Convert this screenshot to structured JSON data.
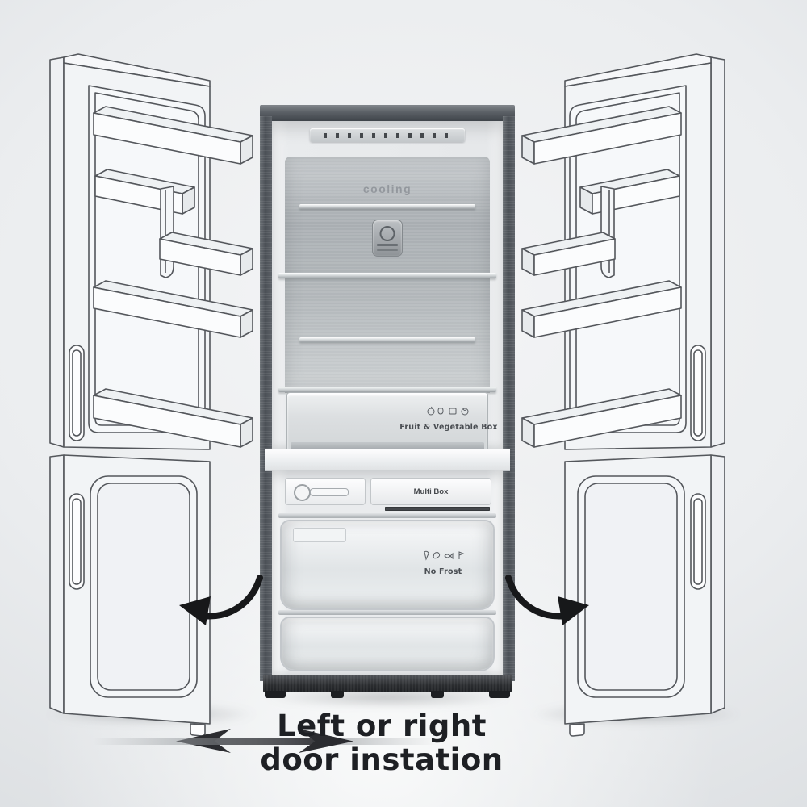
{
  "caption": {
    "line1": "Left or right",
    "line2": "door instation"
  },
  "fridge_labels": {
    "back_watermark": "cooling",
    "fruit_box": "Fruit & Vegetable Box",
    "multi_box": "Multi Box",
    "no_frost": "No Frost"
  },
  "icons": {
    "fruit_box_icons": [
      "apple-icon",
      "pear-icon",
      "box-icon",
      "onion-icon"
    ],
    "no_frost_icons": [
      "ice-cream-icon",
      "meat-icon",
      "fish-icon",
      "flag-icon"
    ],
    "swing_arrows": [
      "door-swing-left-arrow",
      "door-swing-right-arrow"
    ],
    "direction_arrows": [
      "left-direction-arrow",
      "right-direction-arrow"
    ]
  },
  "colors": {
    "arrow_dark": "#17181a",
    "caption_text": "#1e2024",
    "frame_dark": "#4b5056",
    "steel_light": "#c6cacd",
    "line_stroke": "#54575c"
  }
}
